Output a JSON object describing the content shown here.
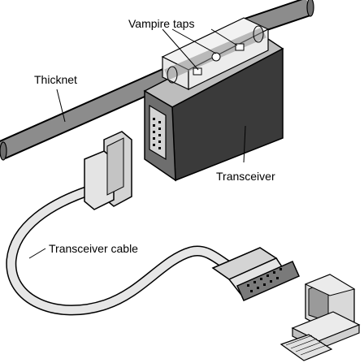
{
  "labels": {
    "vampire_taps": "Vampire taps",
    "thicknet": "Thicknet",
    "transceiver": "Transceiver",
    "transceiver_cable": "Transceiver cable"
  },
  "colors": {
    "cable_fill": "#8c8c8c",
    "cable_outline": "#000000",
    "transceiver_dark": "#3a3a3a",
    "transceiver_mid": "#6e6e6e",
    "transceiver_light": "#bdbdbd",
    "connector_light": "#d4d4d4",
    "computer_body": "#d9d9d9",
    "background": "#ffffff"
  }
}
